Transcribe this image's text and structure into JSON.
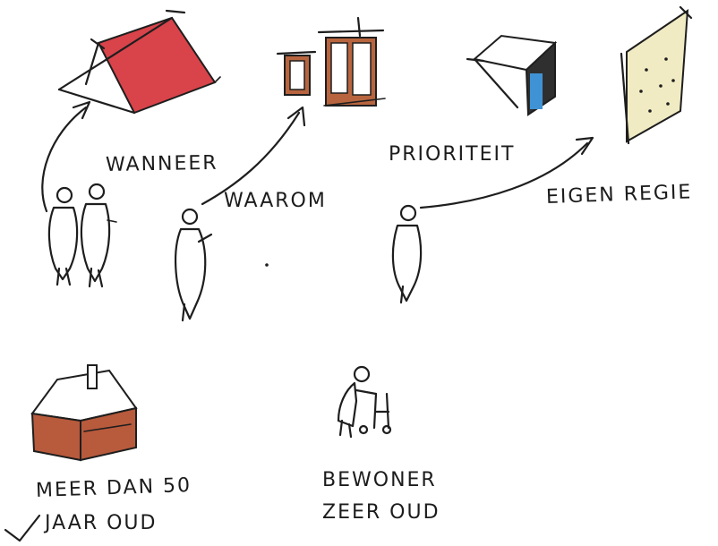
{
  "labels": {
    "wanneer": "WANNEER",
    "waarom": "WAAROM",
    "prioriteit": "PRIORITEIT",
    "eigen_regie": "EIGEN REGIE",
    "meer_dan_50_line1": "MEER DAN 50",
    "meer_dan_50_line2": "JAAR OUD",
    "bewoner_line1": "BEWONER",
    "bewoner_line2": "ZEER OUD"
  },
  "colors": {
    "ink": "#1e1e1e",
    "tent_red": "#d9434a",
    "house_brown": "#b85a3c",
    "frame_brown": "#b8653f",
    "box_blue": "#3f93d4",
    "panel_cream": "#f1ebc3"
  },
  "icons": [
    "tent-icon",
    "frames-icon",
    "box-icon",
    "panel-icon",
    "house-icon",
    "walker-person-icon",
    "two-people-icon",
    "person-icon"
  ]
}
